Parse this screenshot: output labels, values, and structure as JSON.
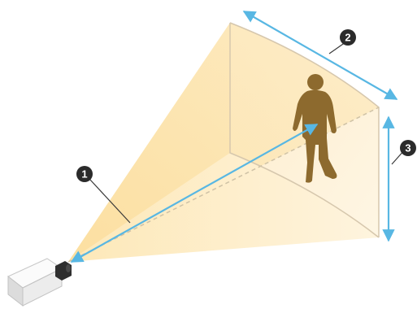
{
  "diagram": {
    "callouts": [
      {
        "label": "1",
        "meaning": "distance"
      },
      {
        "label": "2",
        "meaning": "width"
      },
      {
        "label": "3",
        "meaning": "height"
      }
    ],
    "colors": {
      "cone_left": "#fde0a0",
      "cone_top": "#fbe6b6",
      "cone_floor": "#fdf2d8",
      "edge": "#d9cbb4",
      "arrow": "#58b7e3",
      "person": "#8d6a2e",
      "callout_bg": "#2b2b2b",
      "camera_body": "#f1f1f1",
      "camera_lens": "#2f2f2f"
    },
    "icons": {
      "camera": "camera-icon",
      "person": "person-icon"
    }
  }
}
